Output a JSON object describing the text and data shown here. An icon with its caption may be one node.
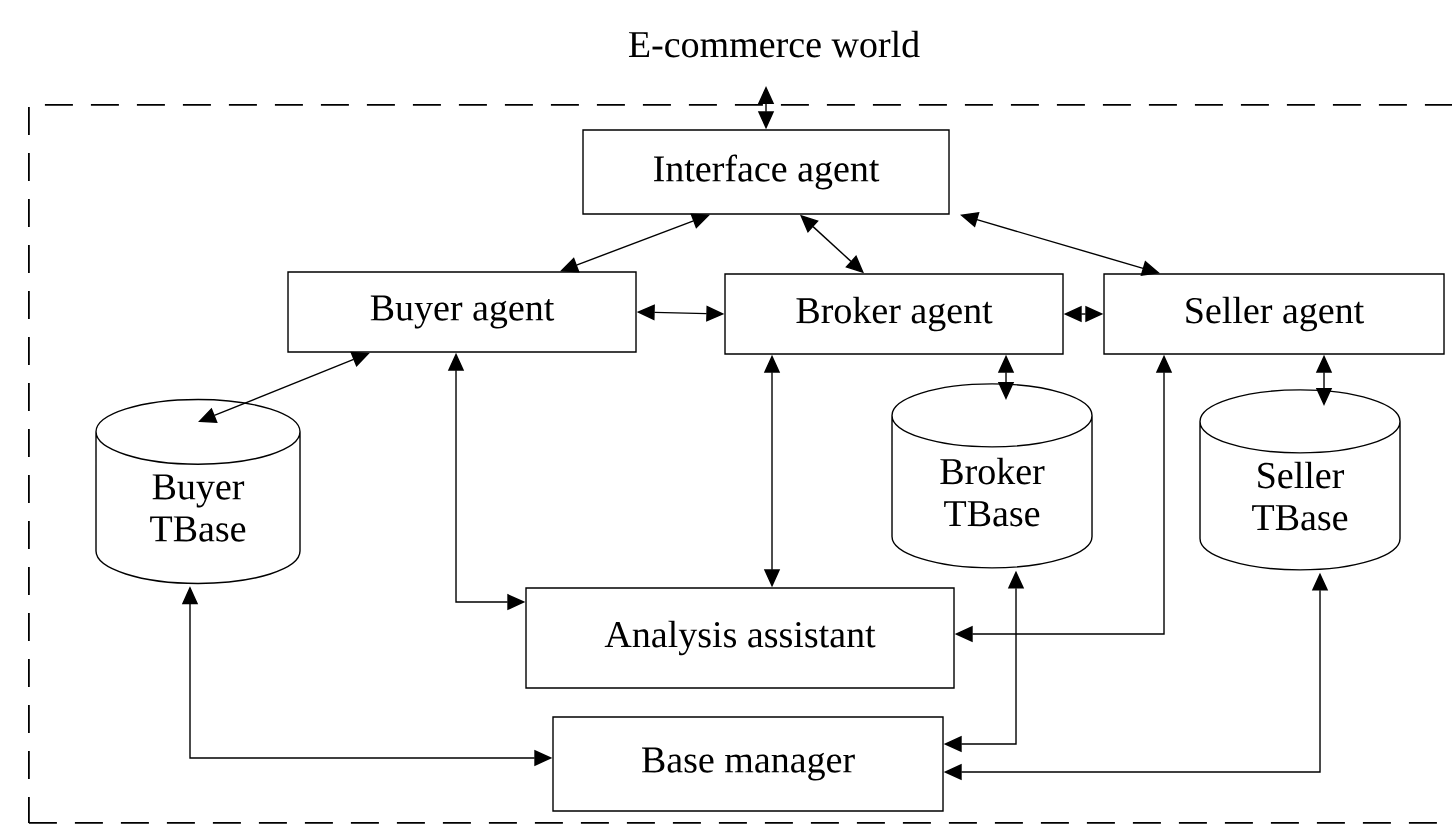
{
  "diagram": {
    "nodes": [
      {
        "text": [
          "E-commerce world"
        ]
      },
      {
        "text": [
          "Interface agent"
        ],
        "in": 0
      },
      {
        "text": [
          "Buyer agent"
        ],
        "in": 0
      },
      {
        "text": [
          "Broker agent"
        ],
        "in": 0
      },
      {
        "text": [
          "Seller agent"
        ],
        "in": 0
      },
      {
        "text": [
          "Buyer TBase"
        ],
        "in": 0
      },
      {
        "text": [
          "Broker TBase"
        ],
        "in": 0
      },
      {
        "text": [
          "Seller TBase"
        ],
        "in": 0
      },
      {
        "text": [
          "Analysis assistant"
        ],
        "in": 0
      },
      {
        "text": [
          "Base manager"
        ],
        "in": 0
      }
    ],
    "edges": [
      {
        "from": 0,
        "to": 1,
        "arrow": "both"
      },
      {
        "from": 1,
        "to": 2,
        "arrow": "both"
      },
      {
        "from": 1,
        "to": 3,
        "arrow": "both"
      },
      {
        "from": 1,
        "to": 4,
        "arrow": "both"
      },
      {
        "from": 2,
        "to": 3,
        "arrow": "both"
      },
      {
        "from": 3,
        "to": 4,
        "arrow": "both"
      },
      {
        "from": 2,
        "to": 5,
        "arrow": "both"
      },
      {
        "from": 3,
        "to": 6,
        "arrow": "both"
      },
      {
        "from": 4,
        "to": 7,
        "arrow": "both"
      },
      {
        "from": 2,
        "to": 8,
        "arrow": "both"
      },
      {
        "from": 3,
        "to": 8,
        "arrow": "both"
      },
      {
        "from": 4,
        "to": 8,
        "arrow": "both"
      },
      {
        "from": 5,
        "to": 9,
        "arrow": "both"
      },
      {
        "from": 6,
        "to": 9,
        "arrow": "both"
      },
      {
        "from": 7,
        "to": 9,
        "arrow": "both"
      }
    ]
  }
}
